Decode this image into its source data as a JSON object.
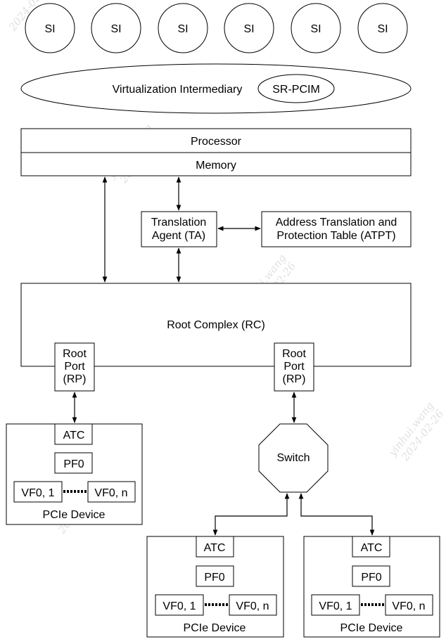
{
  "system_images": [
    "SI",
    "SI",
    "SI",
    "SI",
    "SI",
    "SI"
  ],
  "virtualization_intermediary": "Virtualization Intermediary",
  "sr_pcim": "SR-PCIM",
  "processor": "Processor",
  "memory": "Memory",
  "translation_agent": [
    "Translation",
    "Agent (TA)"
  ],
  "atpt": [
    "Address Translation and",
    "Protection Table (ATPT)"
  ],
  "root_complex": "Root Complex (RC)",
  "root_port": [
    "Root",
    "Port",
    "(RP)"
  ],
  "switch": "Switch",
  "pcie_device": {
    "atc": "ATC",
    "pf": "PF0",
    "vf_first": "VF0, 1",
    "vf_last": "VF0, n",
    "label": "PCIe Device"
  },
  "watermark": [
    "yinhui.wang",
    "2024-02-26"
  ]
}
